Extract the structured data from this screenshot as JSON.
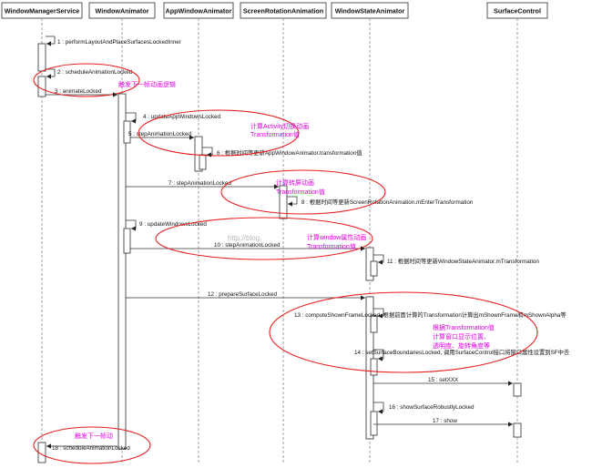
{
  "participants": [
    "WindowManagerService",
    "WindowAnimator",
    "AppWindowAnimator",
    "ScreenRotationAnimation",
    "WindowStateAnimator",
    "SurfaceControl"
  ],
  "messages": [
    "1 : performLayoutAndPlaceSurfacesLockedInner",
    "2 : scheduleAnimationLocked",
    "3 : animateLocked",
    "4 : updateAppWindowsLocked",
    "5 : stepAnimationLocked",
    "6 : 根据时间等更新AppWindowAnimator.transformation值",
    "7 : stepAnimationLocked",
    "8 : 根据时间等更新ScreenRotationAnimation.mEnterTransformation",
    "9 : updateWindowsLocked",
    "10 : stepAnimationLocked",
    "11 : 根据时间等更新WindowStateAnimator.mTransformation",
    "12 : prepareSurfaceLocked",
    "13 : computeShownFrameLocked, 根据前面计算的Transformation计算出mShownFrame和mShownAlpha等",
    "14 : setSurfaceBoundariesLocked, 调用SurfaceControl接口将窗口属性设置到SF中去",
    "15 : setXXX",
    "16 : showSurfaceRobustlyLocked",
    "17 : show",
    "18 : scheduleAnimationLocked"
  ],
  "annotations": {
    "trigger_next": "触发下一帧动画逻辑",
    "app_anim_1": "计算Activity切换动画",
    "app_anim_2": "Transformation值",
    "rot_anim_1": "计算转屏动画",
    "rot_anim_2": "Transformation值",
    "win_anim_1": "计算window属性动画",
    "win_anim_2": "Transformation值",
    "surface_1": "根据Transformation值",
    "surface_2": "计算窗口显示位置、",
    "surface_3": "透明度、旋转角度等",
    "trigger_next_frame": "触发下一帧动"
  },
  "watermark": "http://blog.",
  "colors": {
    "ring": "#e82020",
    "note": "#e000e0"
  }
}
